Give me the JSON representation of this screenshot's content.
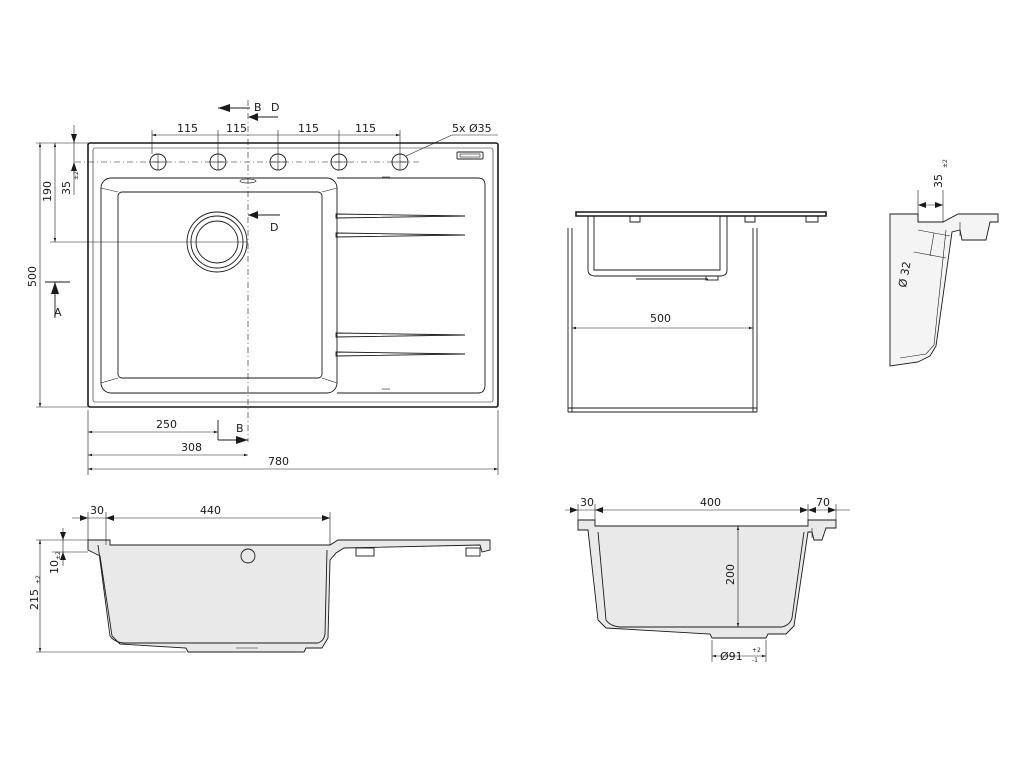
{
  "top_view": {
    "hole_spacing": [
      "115",
      "115",
      "115",
      "115"
    ],
    "hole_callout": "5x Ø35",
    "section_b": "B",
    "section_d": "D",
    "section_a": "A",
    "dim_190": "190",
    "dim_35": "35",
    "dim_35_tol": "±2",
    "dim_500": "500",
    "dim_250": "250",
    "dim_308": "308",
    "dim_780": "780"
  },
  "front_view": {
    "dim_500": "500"
  },
  "side_detail": {
    "dim_35": "35",
    "dim_35_tol": "±2",
    "dim_32": "Ø 32"
  },
  "section_long": {
    "dim_30": "30",
    "dim_440": "440",
    "dim_10": "10",
    "dim_10_tol": "±2",
    "dim_215": "215",
    "dim_215_tol": "±2"
  },
  "section_cross": {
    "dim_30": "30",
    "dim_400": "400",
    "dim_70": "70",
    "dim_200": "200",
    "dim_91": "Ø91",
    "dim_91_tol_top": "+2",
    "dim_91_tol_bot": "-1"
  }
}
